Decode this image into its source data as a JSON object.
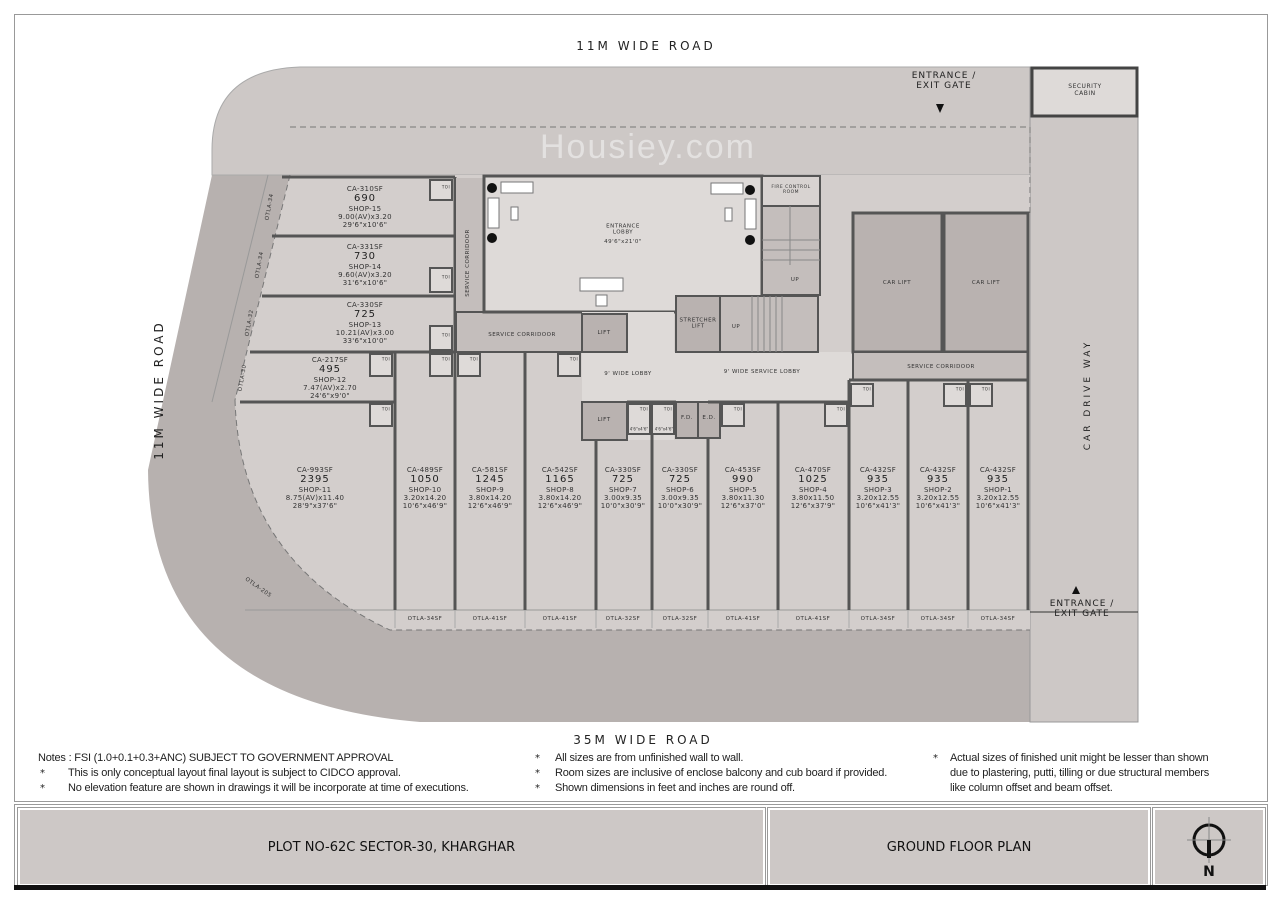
{
  "roads": {
    "top": "11M WIDE ROAD",
    "left": "11M WIDE ROAD",
    "bottom": "35M WIDE ROAD",
    "right": "CAR DRIVE WAY"
  },
  "gates": {
    "top": "ENTRANCE / EXIT GATE",
    "bottom": "ENTRANCE / EXIT GATE",
    "security_cabin": "SECURITY CABIN"
  },
  "rooms": {
    "entrance_lobby": "ENTRANCE LOBBY",
    "entrance_lobby_size": "49'6\"x21'0\"",
    "fire_control_room": "FIRE CONTROL ROOM",
    "service_corridor_vertical": "SERVICE CORRIDOOR",
    "service_corridor_left": "SERVICE CORRIDOOR",
    "service_corridor_right": "SERVICE CORRIDOOR",
    "lift_1": "LIFT",
    "lift_2": "LIFT",
    "stretcher_lift": "STRETCHER LIFT",
    "wide_lobby": "9' WIDE LOBBY",
    "wide_service_lobby": "9' WIDE SERVICE LOBBY",
    "stair_up_1": "UP",
    "stair_up_2": "UP",
    "car_lift_1": "CAR LIFT",
    "car_lift_2": "CAR LIFT",
    "fd_1": "F.D.",
    "fd_2": "E.D.",
    "toilet": "TOI",
    "toilet_size": "4'6\"x4'6\""
  },
  "shops": [
    {
      "ca": "CA-310SF",
      "sba": "690",
      "name": "SHOP-15",
      "metric": "9.00(AV)x3.20",
      "imperial": "29'6\"x10'6\"",
      "otla": "OTLA-34"
    },
    {
      "ca": "CA-331SF",
      "sba": "730",
      "name": "SHOP-14",
      "metric": "9.60(AV)x3.20",
      "imperial": "31'6\"x10'6\"",
      "otla": "OTLA-34"
    },
    {
      "ca": "CA-330SF",
      "sba": "725",
      "name": "SHOP-13",
      "metric": "10.21(AV)x3.00",
      "imperial": "33'6\"x10'0\"",
      "otla": "OTLA-32"
    },
    {
      "ca": "CA-217SF",
      "sba": "495",
      "name": "SHOP-12",
      "metric": "7.47(AV)x2.70",
      "imperial": "24'6\"x9'0\"",
      "otla": "OTLA-30"
    },
    {
      "ca": "CA-993SF",
      "sba": "2395",
      "name": "SHOP-11",
      "metric": "8.75(AV)x11.40",
      "imperial": "28'9\"x37'6\"",
      "otla": "OTLA-205"
    },
    {
      "ca": "CA-489SF",
      "sba": "1050",
      "name": "SHOP-10",
      "metric": "3.20x14.20",
      "imperial": "10'6\"x46'9\"",
      "otla": "OTLA-34SF"
    },
    {
      "ca": "CA-581SF",
      "sba": "1245",
      "name": "SHOP-9",
      "metric": "3.80x14.20",
      "imperial": "12'6\"x46'9\"",
      "otla": "OTLA-41SF"
    },
    {
      "ca": "CA-542SF",
      "sba": "1165",
      "name": "SHOP-8",
      "metric": "3.80x14.20",
      "imperial": "12'6\"x46'9\"",
      "otla": "OTLA-41SF"
    },
    {
      "ca": "CA-330SF",
      "sba": "725",
      "name": "SHOP-7",
      "metric": "3.00x9.35",
      "imperial": "10'0\"x30'9\"",
      "otla": "OTLA-32SF"
    },
    {
      "ca": "CA-330SF",
      "sba": "725",
      "name": "SHOP-6",
      "metric": "3.00x9.35",
      "imperial": "10'0\"x30'9\"",
      "otla": "OTLA-32SF"
    },
    {
      "ca": "CA-453SF",
      "sba": "990",
      "name": "SHOP-5",
      "metric": "3.80x11.30",
      "imperial": "12'6\"x37'0\"",
      "otla": "OTLA-41SF"
    },
    {
      "ca": "CA-470SF",
      "sba": "1025",
      "name": "SHOP-4",
      "metric": "3.80x11.50",
      "imperial": "12'6\"x37'9\"",
      "otla": "OTLA-41SF"
    },
    {
      "ca": "CA-432SF",
      "sba": "935",
      "name": "SHOP-3",
      "metric": "3.20x12.55",
      "imperial": "10'6\"x41'3\"",
      "otla": "OTLA-34SF"
    },
    {
      "ca": "CA-432SF",
      "sba": "935",
      "name": "SHOP-2",
      "metric": "3.20x12.55",
      "imperial": "10'6\"x41'3\"",
      "otla": "OTLA-34SF"
    },
    {
      "ca": "CA-432SF",
      "sba": "935",
      "name": "SHOP-1",
      "metric": "3.20x12.55",
      "imperial": "10'6\"x41'3\"",
      "otla": "OTLA-34SF"
    }
  ],
  "notes": {
    "heading": "Notes : FSI (1.0+0.1+0.3+ANC) SUBJECT TO GOVERNMENT APPROVAL",
    "bullet": "*",
    "col1": [
      "This is only conceptual layout final layout is subject to CIDCO approval.",
      "No elevation feature are shown in drawings it will be incorporate at time of executions."
    ],
    "col2": [
      "All sizes are from unfinished wall to wall.",
      "Room sizes are inclusive of enclose balcony and cub board if provided.",
      "Shown dimensions in feet and inches are round off."
    ],
    "col3": [
      "Actual sizes of finished unit might be lesser than shown",
      "due to plastering, putti, tilling  or due structural members",
      "like column offset and beam offset."
    ]
  },
  "title_block": {
    "plot": "PLOT NO-62C  SECTOR-30, KHARGHAR",
    "plan": "GROUND FLOOR PLAN",
    "north": "N"
  },
  "watermark": "Housiey.com",
  "colors": {
    "site_light": "#d3cecc",
    "setback_dark": "#b7b1af",
    "wall": "#555555",
    "lift_fill": "#b9b2b0"
  }
}
